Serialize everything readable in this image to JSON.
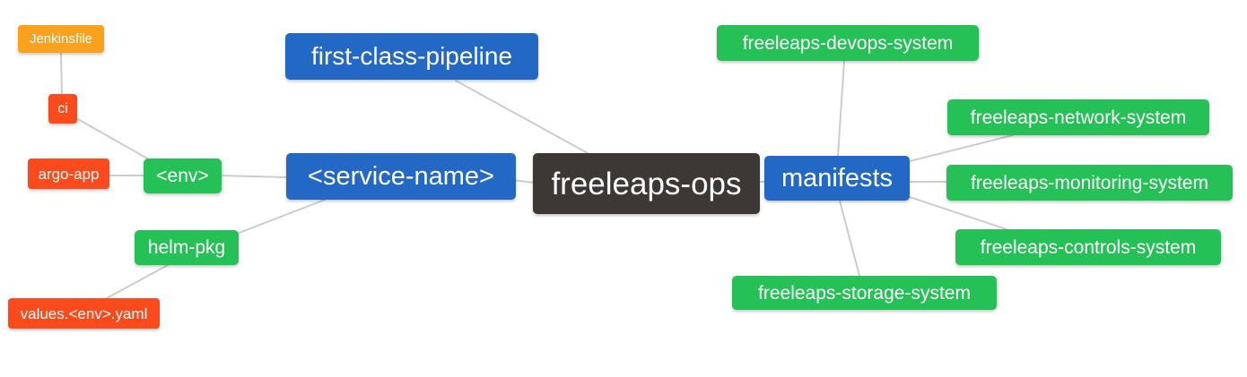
{
  "diagram": {
    "type": "mindmap",
    "background": "#ffffff",
    "edge_color": "#cccccc",
    "colors": {
      "blue": "#2368c4",
      "green": "#25c156",
      "orange": "#faa21e",
      "red": "#fb4a1c",
      "dark": "#3b3836",
      "text": "#ffffff"
    },
    "root": "freeleaps-ops",
    "nodes": [
      {
        "id": "jenkinsfile",
        "label": "Jenkinsfile",
        "color": "orange"
      },
      {
        "id": "ci",
        "label": "ci",
        "color": "red"
      },
      {
        "id": "argo-app",
        "label": "argo-app",
        "color": "red"
      },
      {
        "id": "env",
        "label": "<env>",
        "color": "green"
      },
      {
        "id": "service-name",
        "label": "<service-name>",
        "color": "blue"
      },
      {
        "id": "first-class-pipeline",
        "label": "first-class-pipeline",
        "color": "blue"
      },
      {
        "id": "freeleaps-ops",
        "label": "freeleaps-ops",
        "color": "dark"
      },
      {
        "id": "manifests",
        "label": "manifests",
        "color": "blue"
      },
      {
        "id": "helm-pkg",
        "label": "helm-pkg",
        "color": "green"
      },
      {
        "id": "values-env-yaml",
        "label": "values.<env>.yaml",
        "color": "red"
      },
      {
        "id": "freeleaps-devops-system",
        "label": "freeleaps-devops-system",
        "color": "green"
      },
      {
        "id": "freeleaps-network-system",
        "label": "freeleaps-network-system",
        "color": "green"
      },
      {
        "id": "freeleaps-monitoring-system",
        "label": "freeleaps-monitoring-system",
        "color": "green"
      },
      {
        "id": "freeleaps-controls-system",
        "label": "freeleaps-controls-system",
        "color": "green"
      },
      {
        "id": "freeleaps-storage-system",
        "label": "freeleaps-storage-system",
        "color": "green"
      }
    ],
    "edges": [
      {
        "from": "jenkinsfile",
        "to": "ci"
      },
      {
        "from": "ci",
        "to": "env"
      },
      {
        "from": "argo-app",
        "to": "env"
      },
      {
        "from": "env",
        "to": "service-name"
      },
      {
        "from": "service-name",
        "to": "freeleaps-ops"
      },
      {
        "from": "first-class-pipeline",
        "to": "freeleaps-ops"
      },
      {
        "from": "service-name",
        "to": "helm-pkg"
      },
      {
        "from": "helm-pkg",
        "to": "values-env-yaml"
      },
      {
        "from": "freeleaps-ops",
        "to": "manifests"
      },
      {
        "from": "manifests",
        "to": "freeleaps-devops-system"
      },
      {
        "from": "manifests",
        "to": "freeleaps-network-system"
      },
      {
        "from": "manifests",
        "to": "freeleaps-monitoring-system"
      },
      {
        "from": "manifests",
        "to": "freeleaps-controls-system"
      },
      {
        "from": "manifests",
        "to": "freeleaps-storage-system"
      }
    ]
  }
}
